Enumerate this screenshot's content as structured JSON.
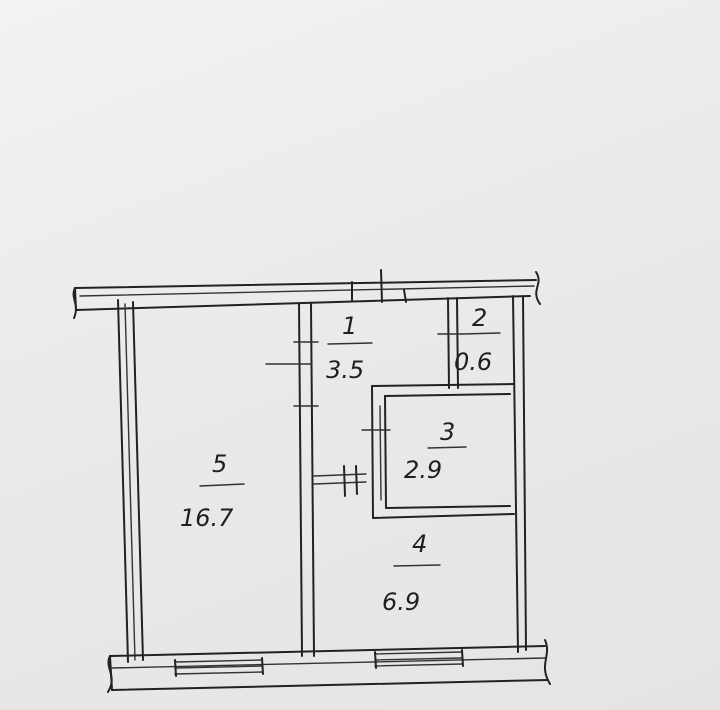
{
  "rooms": [
    {
      "number": "1",
      "area": "3.5"
    },
    {
      "number": "2",
      "area": "0.6"
    },
    {
      "number": "3",
      "area": "2.9"
    },
    {
      "number": "4",
      "area": "6.9"
    },
    {
      "number": "5",
      "area": "16.7"
    }
  ],
  "colors": {
    "ink": "#222222",
    "paper": "#eceae9"
  }
}
